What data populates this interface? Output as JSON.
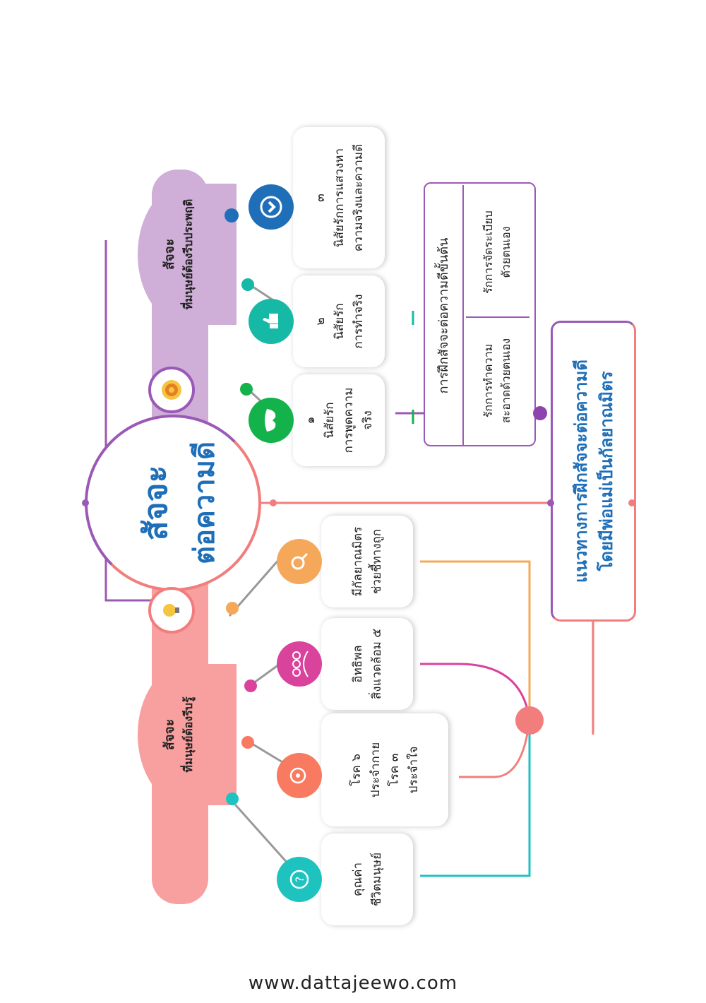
{
  "title": {
    "line1": "สัจจะ",
    "line2": "ต่อความดี"
  },
  "colors": {
    "purple": "#9b59b6",
    "coral": "#f27d7d",
    "blue": "#1f6fb8",
    "teal": "#16b9a6",
    "green": "#14b24a",
    "orange": "#f5a85a",
    "magenta": "#d9439c",
    "cyan": "#1ec3c0"
  },
  "banners": {
    "behavior": {
      "line1": "สัจจะ",
      "line2": "ที่มนุษย์ต้องรีบประพฤติ"
    },
    "learn": {
      "line1": "สัจจะ",
      "line2": "ที่มนุษย์ต้องรีบรู้"
    }
  },
  "habits": [
    {
      "text": "๓\nนิสัยรักการแสวงหา\nความจริงและความดี",
      "icon": "chevron-icon"
    },
    {
      "text": "๒\nนิสัยรัก\nการทำจริง",
      "icon": "thumbs-up-icon"
    },
    {
      "text": "๑\nนิสัยรัก\nการพูดความจริง",
      "icon": "mask-icon"
    }
  ],
  "truths": [
    {
      "text": "มีกัลยาณมิตร\nช่วยชี้ทางถูก",
      "icon": "magnifier-icon"
    },
    {
      "text": "อิทธิพล\nสิ่งแวดล้อม ๕",
      "icon": "people-icon"
    },
    {
      "text": "โรค ๖\nประจำกาย\nโรค ๓\nประจำใจ",
      "icon": "head-icon"
    },
    {
      "text": "คุณค่า\nชีวิตมนุษย์",
      "icon": "question-icon"
    }
  ],
  "training": {
    "title": "การฝึกสัจจะต่อความดีขั้นต้น",
    "item_a": "รักการจัดระเบียบ\nตัวยตนเอง",
    "item_b": "รักการทำความ\nสะอาดด้วยตนเอง"
  },
  "guide": "แนวทางการฝึกสัจจะต่อความดี\nโดยมีพ่อแม่เป็นกัลยาณมิตร",
  "footer": "www.dattajeewo.com"
}
